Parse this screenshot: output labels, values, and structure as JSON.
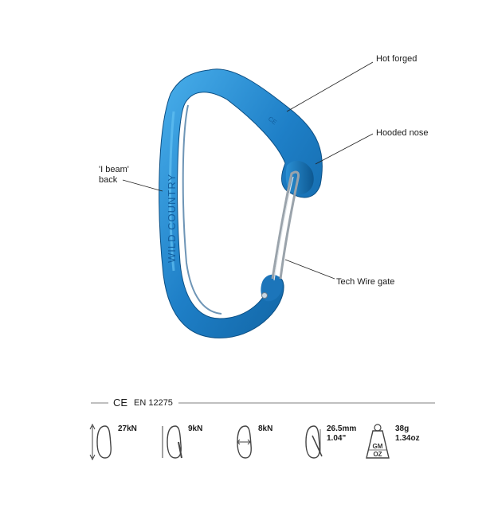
{
  "callouts": {
    "hot_forged": "Hot forged",
    "hooded_nose": "Hooded nose",
    "i_beam_line1": "'I beam'",
    "i_beam_line2": "back",
    "tech_wire_gate": "Tech Wire gate"
  },
  "carabiner": {
    "brand_engraving": "WILD COUNTRY",
    "rating_engraving": "CE",
    "color": "#1e7fc7"
  },
  "certification": {
    "mark": "CE",
    "standard": "EN 12275"
  },
  "specs": [
    {
      "icon": "major-axis-strength-icon",
      "value": "27kN"
    },
    {
      "icon": "minor-axis-strength-icon",
      "value": "9kN"
    },
    {
      "icon": "open-gate-strength-icon",
      "value": "8kN"
    },
    {
      "icon": "gate-opening-icon",
      "value_line1": "26.5mm",
      "value_line2": "1.04\""
    },
    {
      "icon": "weight-icon",
      "icon_text_line1": "GM",
      "icon_text_line2": "OZ",
      "value_line1": "38g",
      "value_line2": "1.34oz"
    }
  ]
}
